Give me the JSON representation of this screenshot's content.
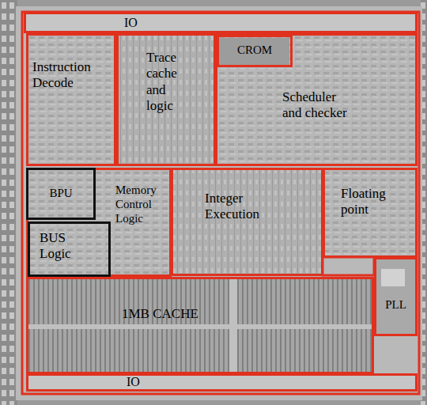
{
  "diagram": {
    "nodes": [
      {
        "text": [
          "IO"
        ]
      },
      {
        "text": [
          "Instruction Decode"
        ]
      },
      {
        "text": [
          "Trace cache and logic"
        ]
      },
      {
        "text": [
          "Scheduler and checker"
        ]
      },
      {
        "text": [
          "CROM"
        ],
        "in": 3
      },
      {
        "text": [
          "Memory Control Logic"
        ]
      },
      {
        "text": [
          "BPU"
        ],
        "in": 5
      },
      {
        "text": [
          "BUS Logic"
        ],
        "in": 5
      },
      {
        "text": [
          "Integer Execution"
        ]
      },
      {
        "text": [
          "Floating point"
        ]
      },
      {
        "text": [
          "PLL"
        ]
      },
      {
        "text": [
          "1MB CACHE"
        ]
      },
      {
        "text": [
          "IO"
        ]
      }
    ]
  }
}
